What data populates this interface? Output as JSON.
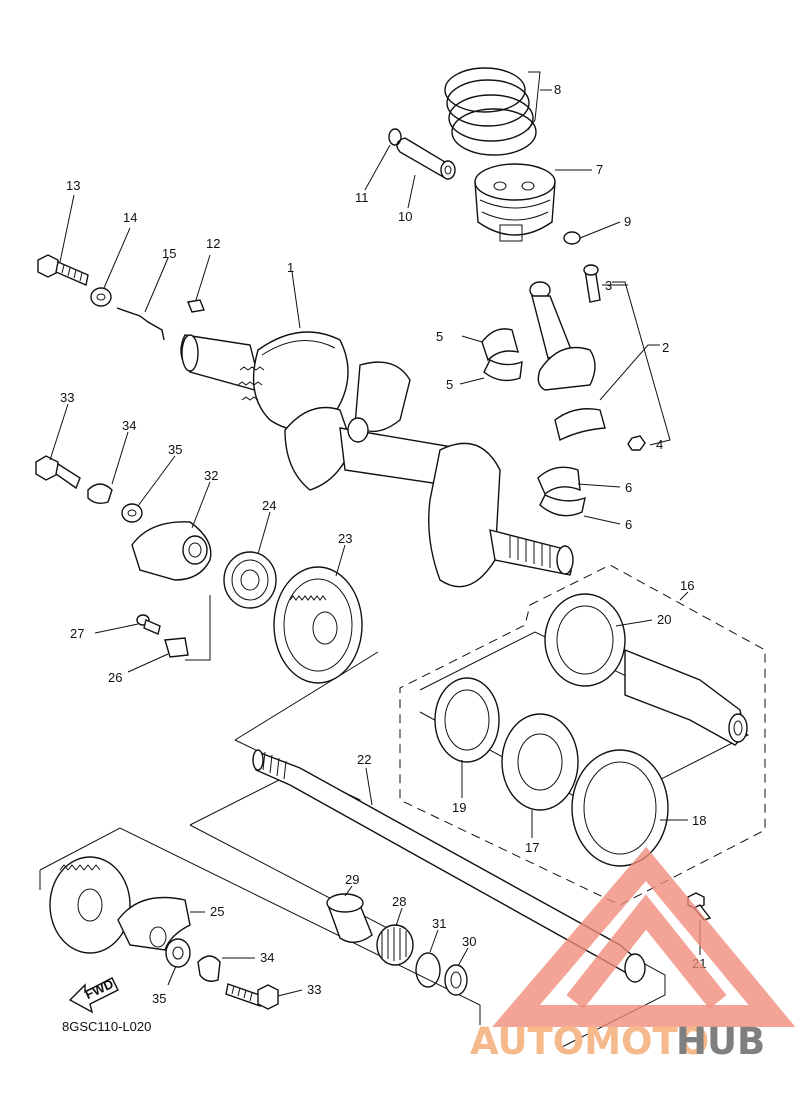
{
  "diagram_code": "8GSC110-L020",
  "fwd_label": "FWD",
  "watermark": {
    "brand_a": "AUTOMOTO",
    "brand_b": "HUB",
    "color_a": "#f5b98c",
    "color_b": "#7f7f7f",
    "tri_color": "#f08a7a"
  },
  "labels": {
    "p1": "1",
    "p2": "2",
    "p3": "3",
    "p4": "4",
    "p5a": "5",
    "p5b": "5",
    "p6a": "6",
    "p6b": "6",
    "p7": "7",
    "p8": "8",
    "p9": "9",
    "p10": "10",
    "p11": "11",
    "p12": "12",
    "p13": "13",
    "p14": "14",
    "p15": "15",
    "p16": "16",
    "p17": "17",
    "p18": "18",
    "p19": "19",
    "p20": "20",
    "p21": "21",
    "p22": "22",
    "p23": "23",
    "p24": "24",
    "p25": "25",
    "p26": "26",
    "p27": "27",
    "p28": "28",
    "p29": "29",
    "p30": "30",
    "p31": "31",
    "p32": "32",
    "p33a": "33",
    "p33b": "33",
    "p34a": "34",
    "p34b": "34",
    "p35a": "35",
    "p35b": "35"
  }
}
